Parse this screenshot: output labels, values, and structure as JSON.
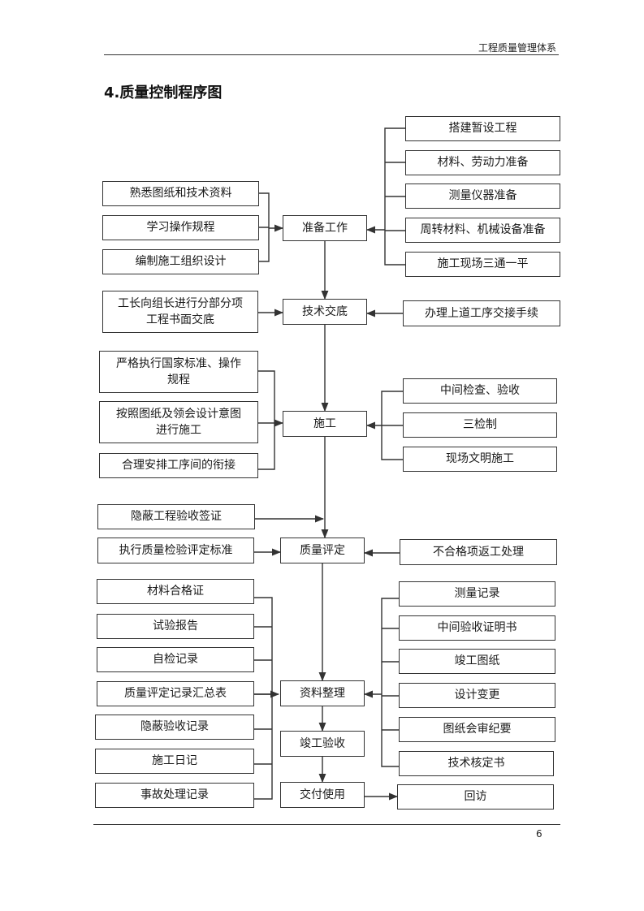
{
  "header": {
    "doc_title": "工程质量管理体系"
  },
  "section_title": "4.质量控制程序图",
  "page_number": "6",
  "steps": {
    "s1": "准备工作",
    "s2": "技术交底",
    "s3": "施工",
    "s4": "质量评定",
    "s5": "资料整理",
    "s6": "竣工验收",
    "s7": "交付使用"
  },
  "boxes": {
    "r1": "搭建暂设工程",
    "r2": "材料、劳动力准备",
    "r3": "测量仪器准备",
    "r4": "周转材料、机械设备准备",
    "r5": "施工现场三通一平",
    "l1": "熟悉图纸和技术资料",
    "l2": "学习操作规程",
    "l3": "编制施工组织设计",
    "l4": "工长向组长进行分部分项工程书面交底",
    "r6": "办理上道工序交接手续",
    "l5": "严格执行国家标准、操作规程",
    "l6": "按照图纸及领会设计意图进行施工",
    "l7": "合理安排工序间的衔接",
    "r7": "中间检查、验收",
    "r8": "三检制",
    "r9": "现场文明施工",
    "l8": "隐蔽工程验收签证",
    "l9": "执行质量检验评定标准",
    "r10": "不合格项返工处理",
    "l10": "材料合格证",
    "l11": "试验报告",
    "l12": "自检记录",
    "l13": "质量评定记录汇总表",
    "l14": "隐蔽验收记录",
    "l15": "施工日记",
    "l16": "事故处理记录",
    "r11": "测量记录",
    "r12": "中间验收证明书",
    "r13": "竣工图纸",
    "r14": "设计变更",
    "r15": "图纸会审纪要",
    "r16": "技术核定书",
    "r17": "回访"
  }
}
